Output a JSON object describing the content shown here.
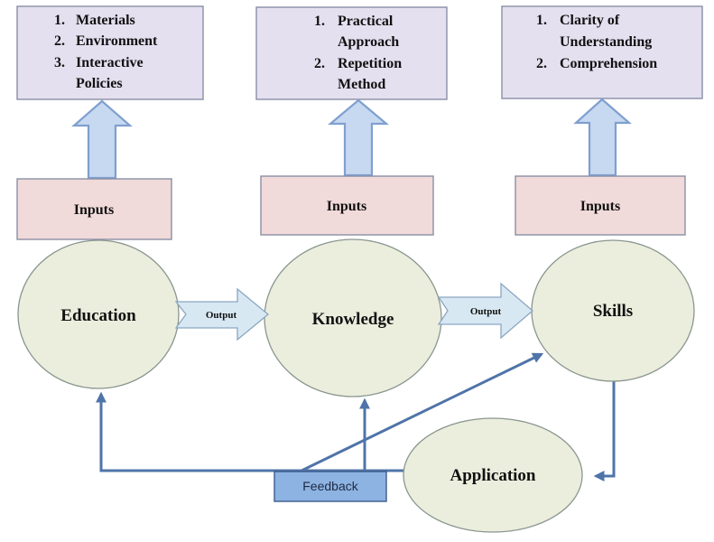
{
  "diagram": {
    "title": "Education to Application learning cycle",
    "columns": [
      {
        "id": "education",
        "factors": [
          {
            "num": "1.",
            "lines": [
              "Materials"
            ]
          },
          {
            "num": "2.",
            "lines": [
              "Environment"
            ]
          },
          {
            "num": "3.",
            "lines": [
              "Interactive",
              "Policies"
            ]
          }
        ],
        "inputs_label": "Inputs",
        "node_label": "Education"
      },
      {
        "id": "knowledge",
        "factors": [
          {
            "num": "1.",
            "lines": [
              "Practical",
              "Approach"
            ]
          },
          {
            "num": "2.",
            "lines": [
              "Repetition",
              "Method"
            ]
          }
        ],
        "inputs_label": "Inputs",
        "node_label": "Knowledge"
      },
      {
        "id": "skills",
        "factors": [
          {
            "num": "1.",
            "lines": [
              "Clarity of",
              "Understanding"
            ]
          },
          {
            "num": "2.",
            "lines": [
              "Comprehension"
            ]
          }
        ],
        "inputs_label": "Inputs",
        "node_label": "Skills"
      }
    ],
    "output_arrows": [
      {
        "from": "Education",
        "to": "Knowledge",
        "label": "Output"
      },
      {
        "from": "Knowledge",
        "to": "Skills",
        "label": "Output"
      }
    ],
    "application": {
      "label": "Application"
    },
    "feedback": {
      "label": "Feedback",
      "targets": [
        "Education",
        "Knowledge",
        "Skills"
      ]
    },
    "colors": {
      "factor_box": "#e4e0ef",
      "inputs_box": "#f1dada",
      "node_fill": "#ebeedd",
      "up_arrow": "#c6d9f0",
      "output_arrow": "#d8e8f3",
      "feedback_box": "#8db3e2",
      "feedback_line": "#4f74a8"
    }
  }
}
